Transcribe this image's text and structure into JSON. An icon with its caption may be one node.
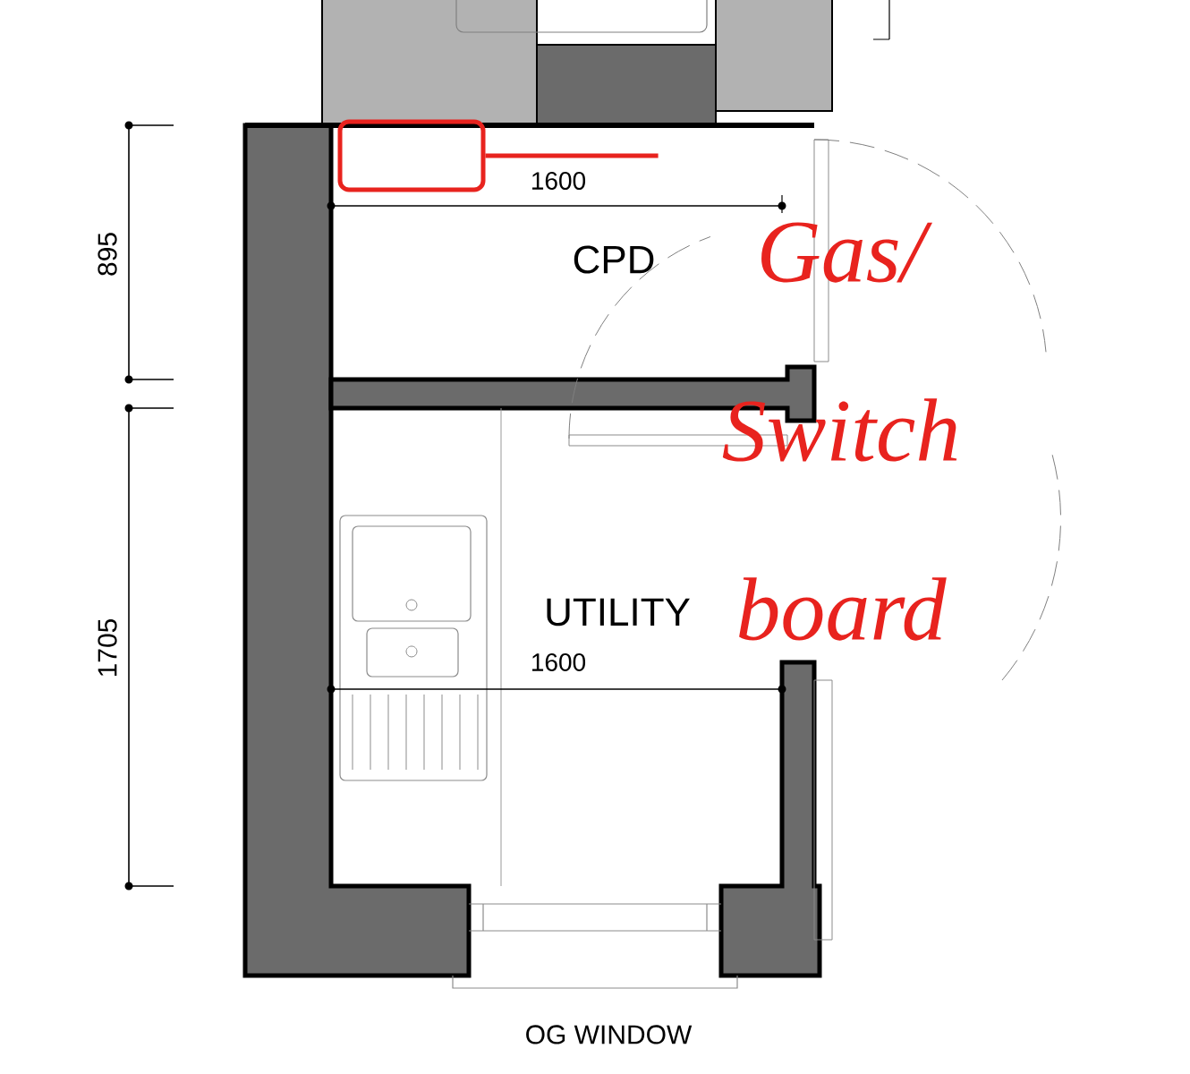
{
  "diagram": {
    "nodes": [
      {
        "text": [
          "Gas/ Switch board"
        ]
      },
      {
        "text": [],
        "shape": "box"
      }
    ],
    "edges": [
      {
        "from": 0,
        "to": 1,
        "arrow": "none"
      }
    ],
    "labels": [
      "1600",
      "CPD",
      "895",
      "1705",
      "UTILITY",
      "1600",
      "OG WINDOW"
    ]
  }
}
